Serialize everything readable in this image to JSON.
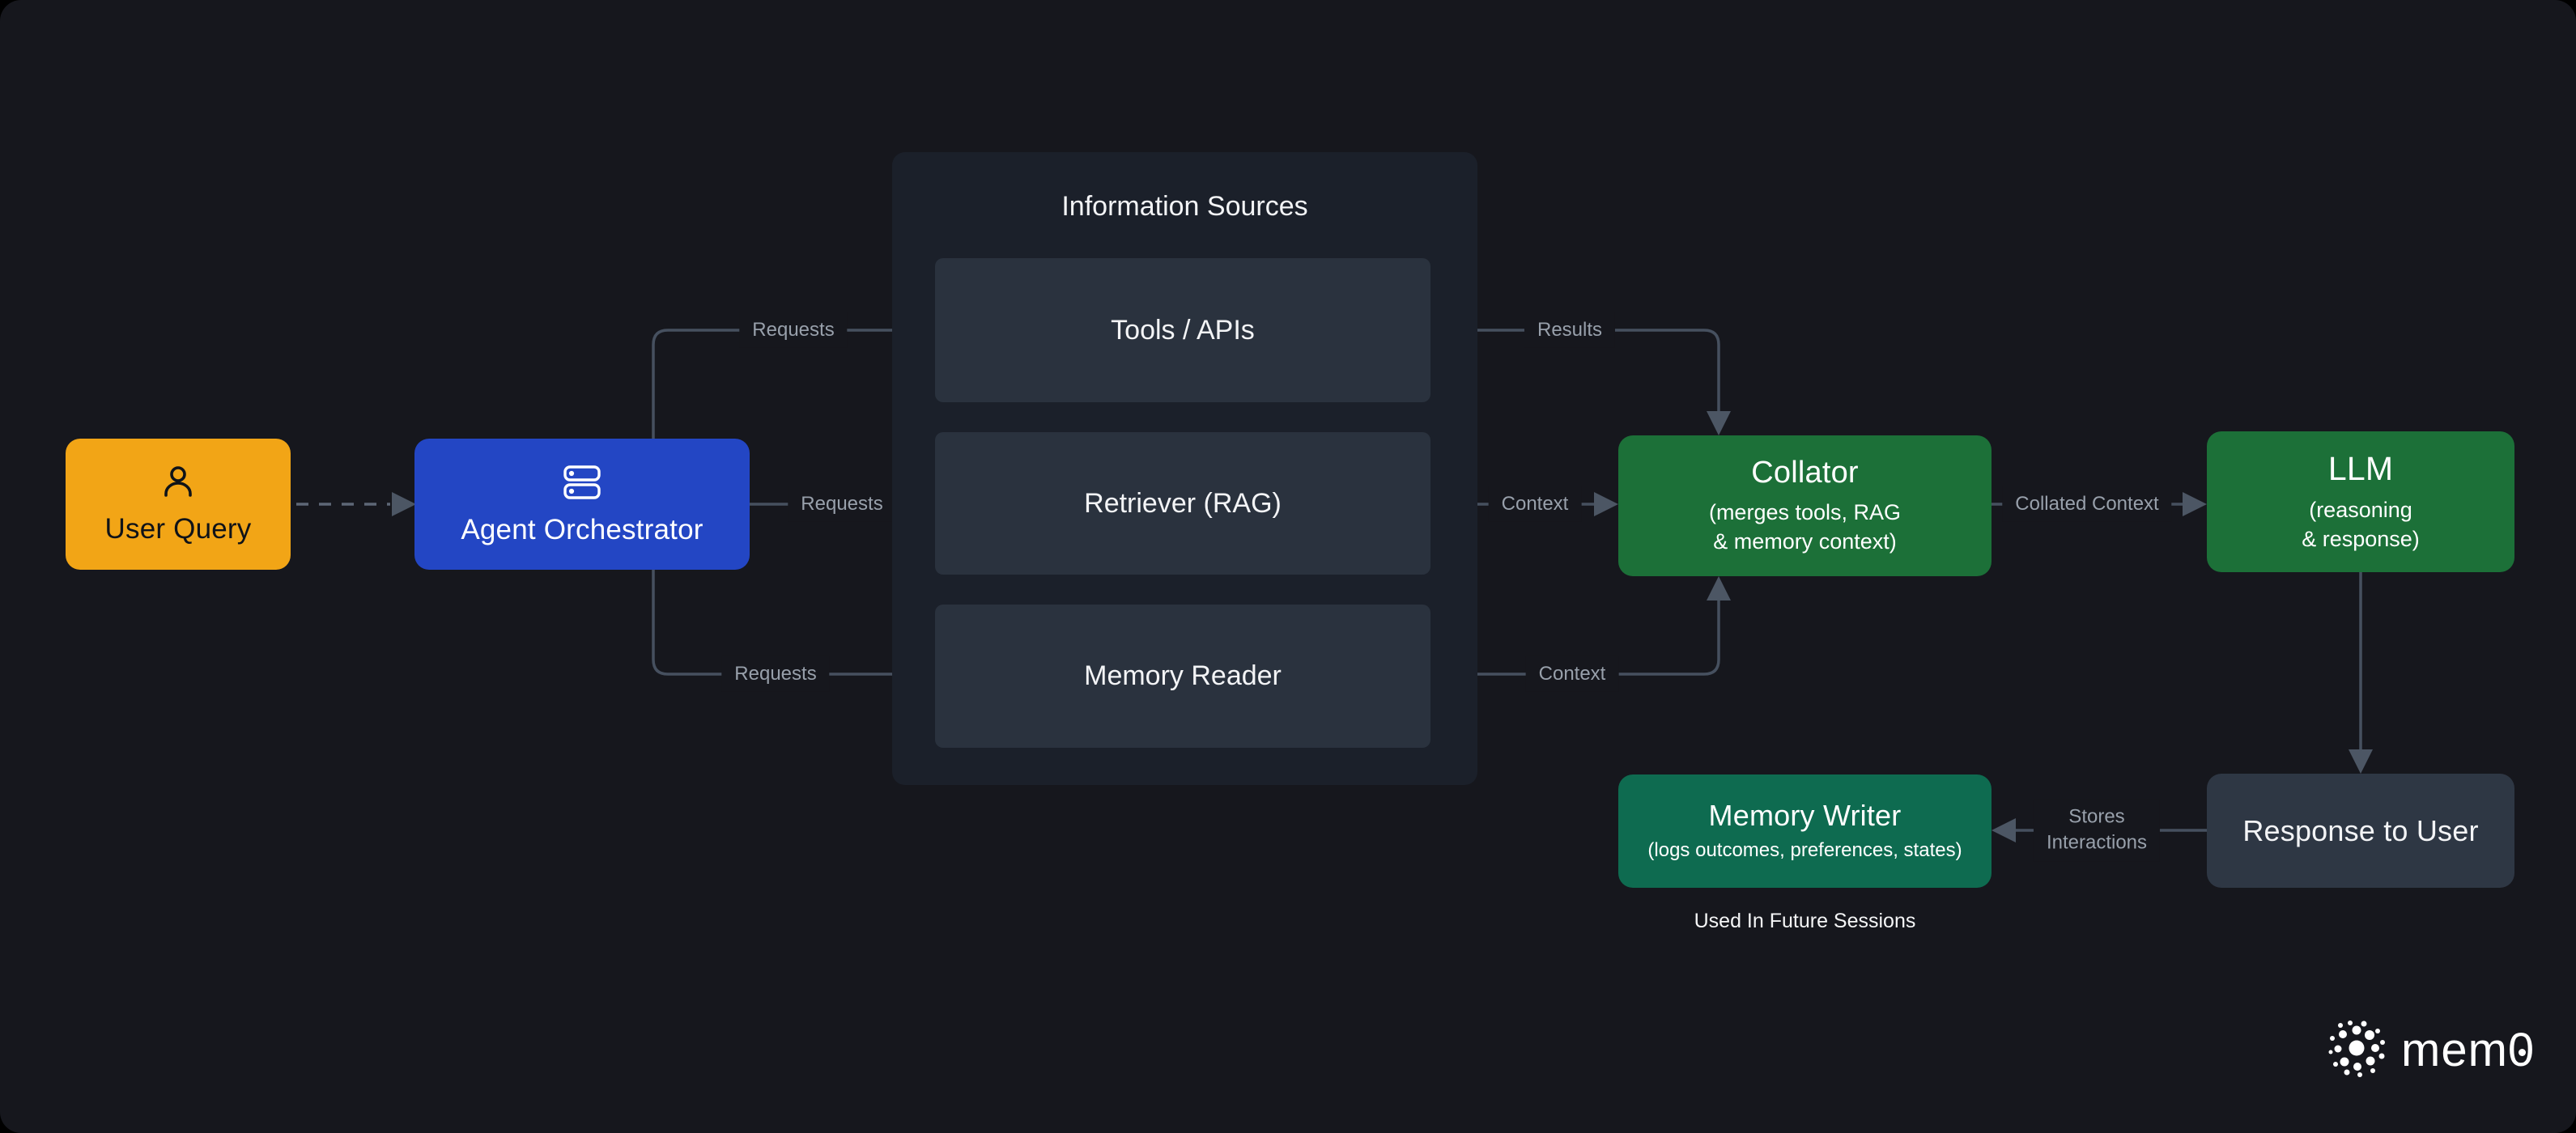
{
  "diagram": {
    "nodes": {
      "user_query": {
        "label": "User Query",
        "icon": "person-icon",
        "color": "#f2a516"
      },
      "agent_orchestrator": {
        "label": "Agent Orchestrator",
        "icon": "server-icon",
        "color": "#2346c4"
      },
      "information_sources": {
        "title": "Information Sources",
        "items": [
          {
            "label": "Tools / APIs"
          },
          {
            "label": "Retriever (RAG)"
          },
          {
            "label": "Memory Reader"
          }
        ],
        "panel_color": "#1b202a",
        "item_color": "#2a323e"
      },
      "collator": {
        "title": "Collator",
        "subtitle_line1": "(merges tools, RAG",
        "subtitle_line2": "& memory context)",
        "color": "#1c7038"
      },
      "llm": {
        "title": "LLM",
        "subtitle_line1": "(reasoning",
        "subtitle_line2": "& response)",
        "color": "#1c7038"
      },
      "memory_writer": {
        "title": "Memory Writer",
        "subtitle": "(logs outcomes, preferences, states)",
        "color": "#0e6b50"
      },
      "response_to_user": {
        "label": "Response to User",
        "color": "#2e3744"
      }
    },
    "edges": {
      "requests_top": "Requests",
      "requests_mid": "Requests",
      "requests_bottom": "Requests",
      "results": "Results",
      "context_mid": "Context",
      "context_bottom": "Context",
      "collated_context": "Collated Context",
      "stores_line1": "Stores",
      "stores_line2": "Interactions"
    },
    "footnote": "Used In Future Sessions",
    "brand": {
      "prefix": "mem",
      "zero": "0"
    },
    "colors": {
      "background": "#16171d",
      "wire": "#46505f",
      "edge_label": "#98a0ab",
      "text_light": "#f3f4f6",
      "text_dark": "#101318"
    }
  }
}
